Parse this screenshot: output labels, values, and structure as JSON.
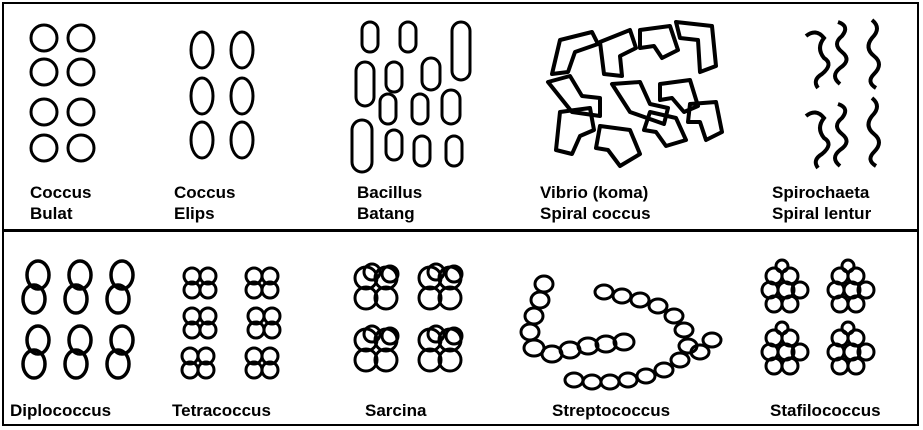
{
  "top_row": [
    {
      "name": "Coccus",
      "desc": "Bulat"
    },
    {
      "name": "Coccus",
      "desc": "Elips"
    },
    {
      "name": "Bacillus",
      "desc": "Batang"
    },
    {
      "name": "Vibrio (koma)",
      "desc": "Spiral coccus"
    },
    {
      "name": "Spirochaeta",
      "desc": "Spiral lentur"
    }
  ],
  "bottom_row": [
    {
      "name": "Diplococcus"
    },
    {
      "name": "Tetracoccus"
    },
    {
      "name": "Sarcina"
    },
    {
      "name": "Streptococcus"
    },
    {
      "name": "Stafilococcus"
    }
  ]
}
